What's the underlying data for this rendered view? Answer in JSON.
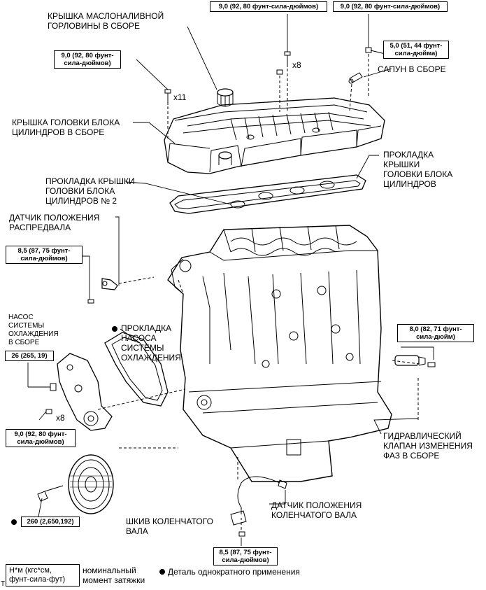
{
  "labels": {
    "oil_filler_cap": [
      "КРЫШКА МАСЛОНАЛИВНОЙ",
      "ГОРЛОВИНЫ В СБОРЕ"
    ],
    "cylinder_head_cover": [
      "КРЫШКА ГОЛОВКИ БЛОКА",
      "ЦИЛИНДРОВ В СБОРЕ"
    ],
    "head_cover_gasket_no2": [
      "ПРОКЛАДКА КРЫШКИ",
      "ГОЛОВКИ БЛОКА",
      "ЦИЛИНДРОВ № 2"
    ],
    "head_cover_gasket": [
      "ПРОКЛАДКА",
      "КРЫШКИ",
      "ГОЛОВКИ БЛОКА",
      "ЦИЛИНДРОВ"
    ],
    "camshaft_sensor": [
      "ДАТЧИК ПОЛОЖЕНИЯ",
      "РАСПРЕДВАЛА"
    ],
    "breather": "САПУН В СБОРЕ",
    "water_pump": [
      "НАСОС",
      "СИСТЕМЫ",
      "ОХЛАЖДЕНИЯ",
      "В СБОРЕ"
    ],
    "water_pump_gasket": [
      "ПРОКЛАДКА",
      "НАСОСА",
      "СИСТЕМЫ",
      "ОХЛАЖДЕНИЯ"
    ],
    "ocv": [
      "ГИДРАВЛИЧЕСКИЙ",
      "КЛАПАН ИЗМЕНЕНИЯ",
      "ФАЗ В СБОРЕ"
    ],
    "crank_pulley": [
      "ШКИВ КОЛЕНЧАТОГО",
      "ВАЛА"
    ],
    "crank_sensor": [
      "ДАТЧИК ПОЛОЖЕНИЯ",
      "КОЛЕНЧАТОГО ВАЛА"
    ]
  },
  "torques": {
    "cover_bolts_top": "9,0 (92, 80 фунт-сила-дюймов)",
    "breather_nut": "9,0 (92, 80 фунт-сила-дюймов)",
    "cover_bolts_left": [
      "9,0 (92, 80 фунт-",
      "сила-дюймов)"
    ],
    "breather": [
      "5,0 (51, 44 фунт-",
      "сила-дюйма)"
    ],
    "camshaft_sensor": [
      "8,5 (87, 75 фунт-",
      "сила-дюймов)"
    ],
    "ocv": [
      "8,0 (82, 71 фунт-",
      "сила-дюйм)"
    ],
    "water_pump_bolt": "26 (265, 19)",
    "water_pump_nuts": [
      "9,0 (92, 80 фунт-",
      "сила-дюймов)"
    ],
    "crank_pulley": "260 (2,650,192)",
    "crank_sensor": [
      "8,5 (87, 75 фунт-",
      "сила-дюймов)"
    ]
  },
  "quantities": {
    "x8_top": "x8",
    "x11": "x11",
    "x8_pump": "x8"
  },
  "legend": {
    "units": [
      "Н*м (кгс*см,",
      "фунт-сила-фут)"
    ],
    "nominal": [
      "номинальный",
      "момент затяжки"
    ],
    "single_use": "Деталь однократного применения"
  },
  "footnote": "T"
}
